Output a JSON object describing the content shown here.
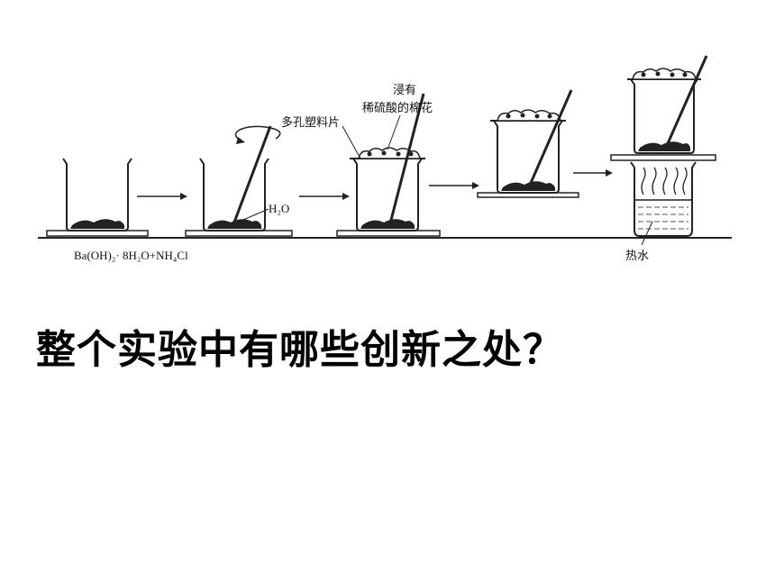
{
  "diagram": {
    "labels": {
      "reagent": "Ba(OH)₂· 8H₂O+NH₄Cl",
      "water": "H₂O",
      "porous_plastic": "多孔塑料片",
      "cotton_line1": "浸有",
      "cotton_line2": "稀硫酸的棉花",
      "hot_water": "热水"
    }
  },
  "question": "整个实验中有哪些创新之处？"
}
